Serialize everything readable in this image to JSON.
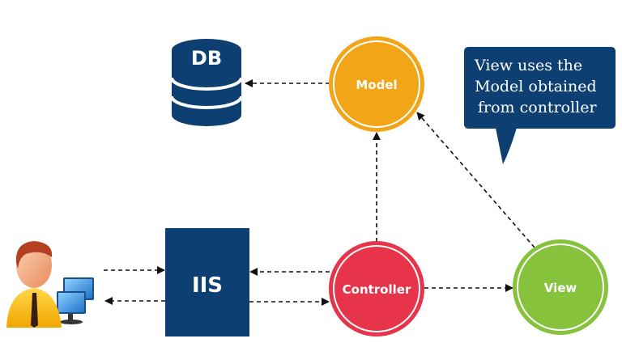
{
  "diagram": {
    "title": "MVC request flow",
    "colors": {
      "navy": "#0e3f73",
      "model": "#f2a516",
      "controller": "#e8344a",
      "view": "#86c23b",
      "arrow": "#111111"
    },
    "nodes": {
      "db": {
        "label": "DB",
        "icon": "database-icon"
      },
      "model": {
        "label": "Model"
      },
      "iis": {
        "label": "IIS"
      },
      "controller": {
        "label": "Controller"
      },
      "view": {
        "label": "View"
      },
      "user": {
        "icon": "user-at-computer-icon"
      }
    },
    "callout": {
      "lines": [
        "View uses the",
        "Model obtained",
        "from controller"
      ]
    },
    "edges": [
      {
        "from": "user",
        "to": "iis"
      },
      {
        "from": "iis",
        "to": "user"
      },
      {
        "from": "controller",
        "to": "iis"
      },
      {
        "from": "iis",
        "to": "controller"
      },
      {
        "from": "controller",
        "to": "model"
      },
      {
        "from": "model",
        "to": "db"
      },
      {
        "from": "controller",
        "to": "view"
      },
      {
        "from": "view",
        "to": "model"
      }
    ]
  }
}
